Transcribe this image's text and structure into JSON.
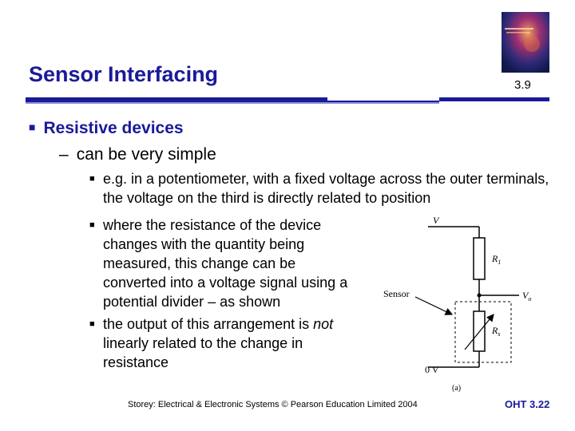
{
  "slide": {
    "title": "Sensor Interfacing",
    "number": "3.9"
  },
  "content": {
    "bullet1": "Resistive devices",
    "bullet2": "can be very simple",
    "sub_bullets": [
      "e.g. in a potentiometer, with a fixed voltage across the outer terminals, the voltage on the third is directly related to position",
      "where the resistance of the device changes with the quantity being measured, this change can be converted into a voltage signal using a potential divider – as shown",
      "the output of this arrangement is not linearly related to the change in resistance"
    ],
    "sub_bullet3_parts": {
      "before": "the output of this arrangement is ",
      "emph": "not",
      "after": " linearly related to the change in resistance"
    }
  },
  "diagram": {
    "label_v": "V",
    "label_r1": "R",
    "label_r1_sub": "1",
    "label_vo": "V",
    "label_vo_sub": "o",
    "label_rs": "R",
    "label_rs_sub": "s",
    "label_sensor": "Sensor",
    "label_0v": "0 V",
    "label_caption": "(a)"
  },
  "footer": {
    "credit": "Storey: Electrical & Electronic Systems © Pearson Education Limited 2004",
    "oht": "OHT 3.22"
  },
  "colors": {
    "accent": "#1a1a99",
    "rule_dark": "#1a1a99",
    "rule_light": "#8c8cd8"
  }
}
